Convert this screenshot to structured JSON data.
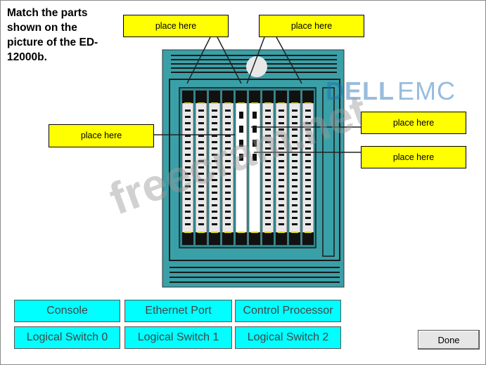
{
  "prompt": "Match the parts shown on the picture of the ED-12000b.",
  "drop_targets": [
    "place here",
    "place here",
    "place here",
    "place here",
    "place here"
  ],
  "options": [
    "Console",
    "Ethernet Port",
    "Control Processor",
    "Logical Switch 0",
    "Logical Switch 1",
    "Logical Switch 2"
  ],
  "done_label": "Done",
  "logo": {
    "dell": "DELL",
    "emc": "EMC"
  },
  "watermark": "freecram.net",
  "colors": {
    "drop_target": "#ffff00",
    "option": "#00ffff",
    "chassis": "#3aa0a8"
  }
}
